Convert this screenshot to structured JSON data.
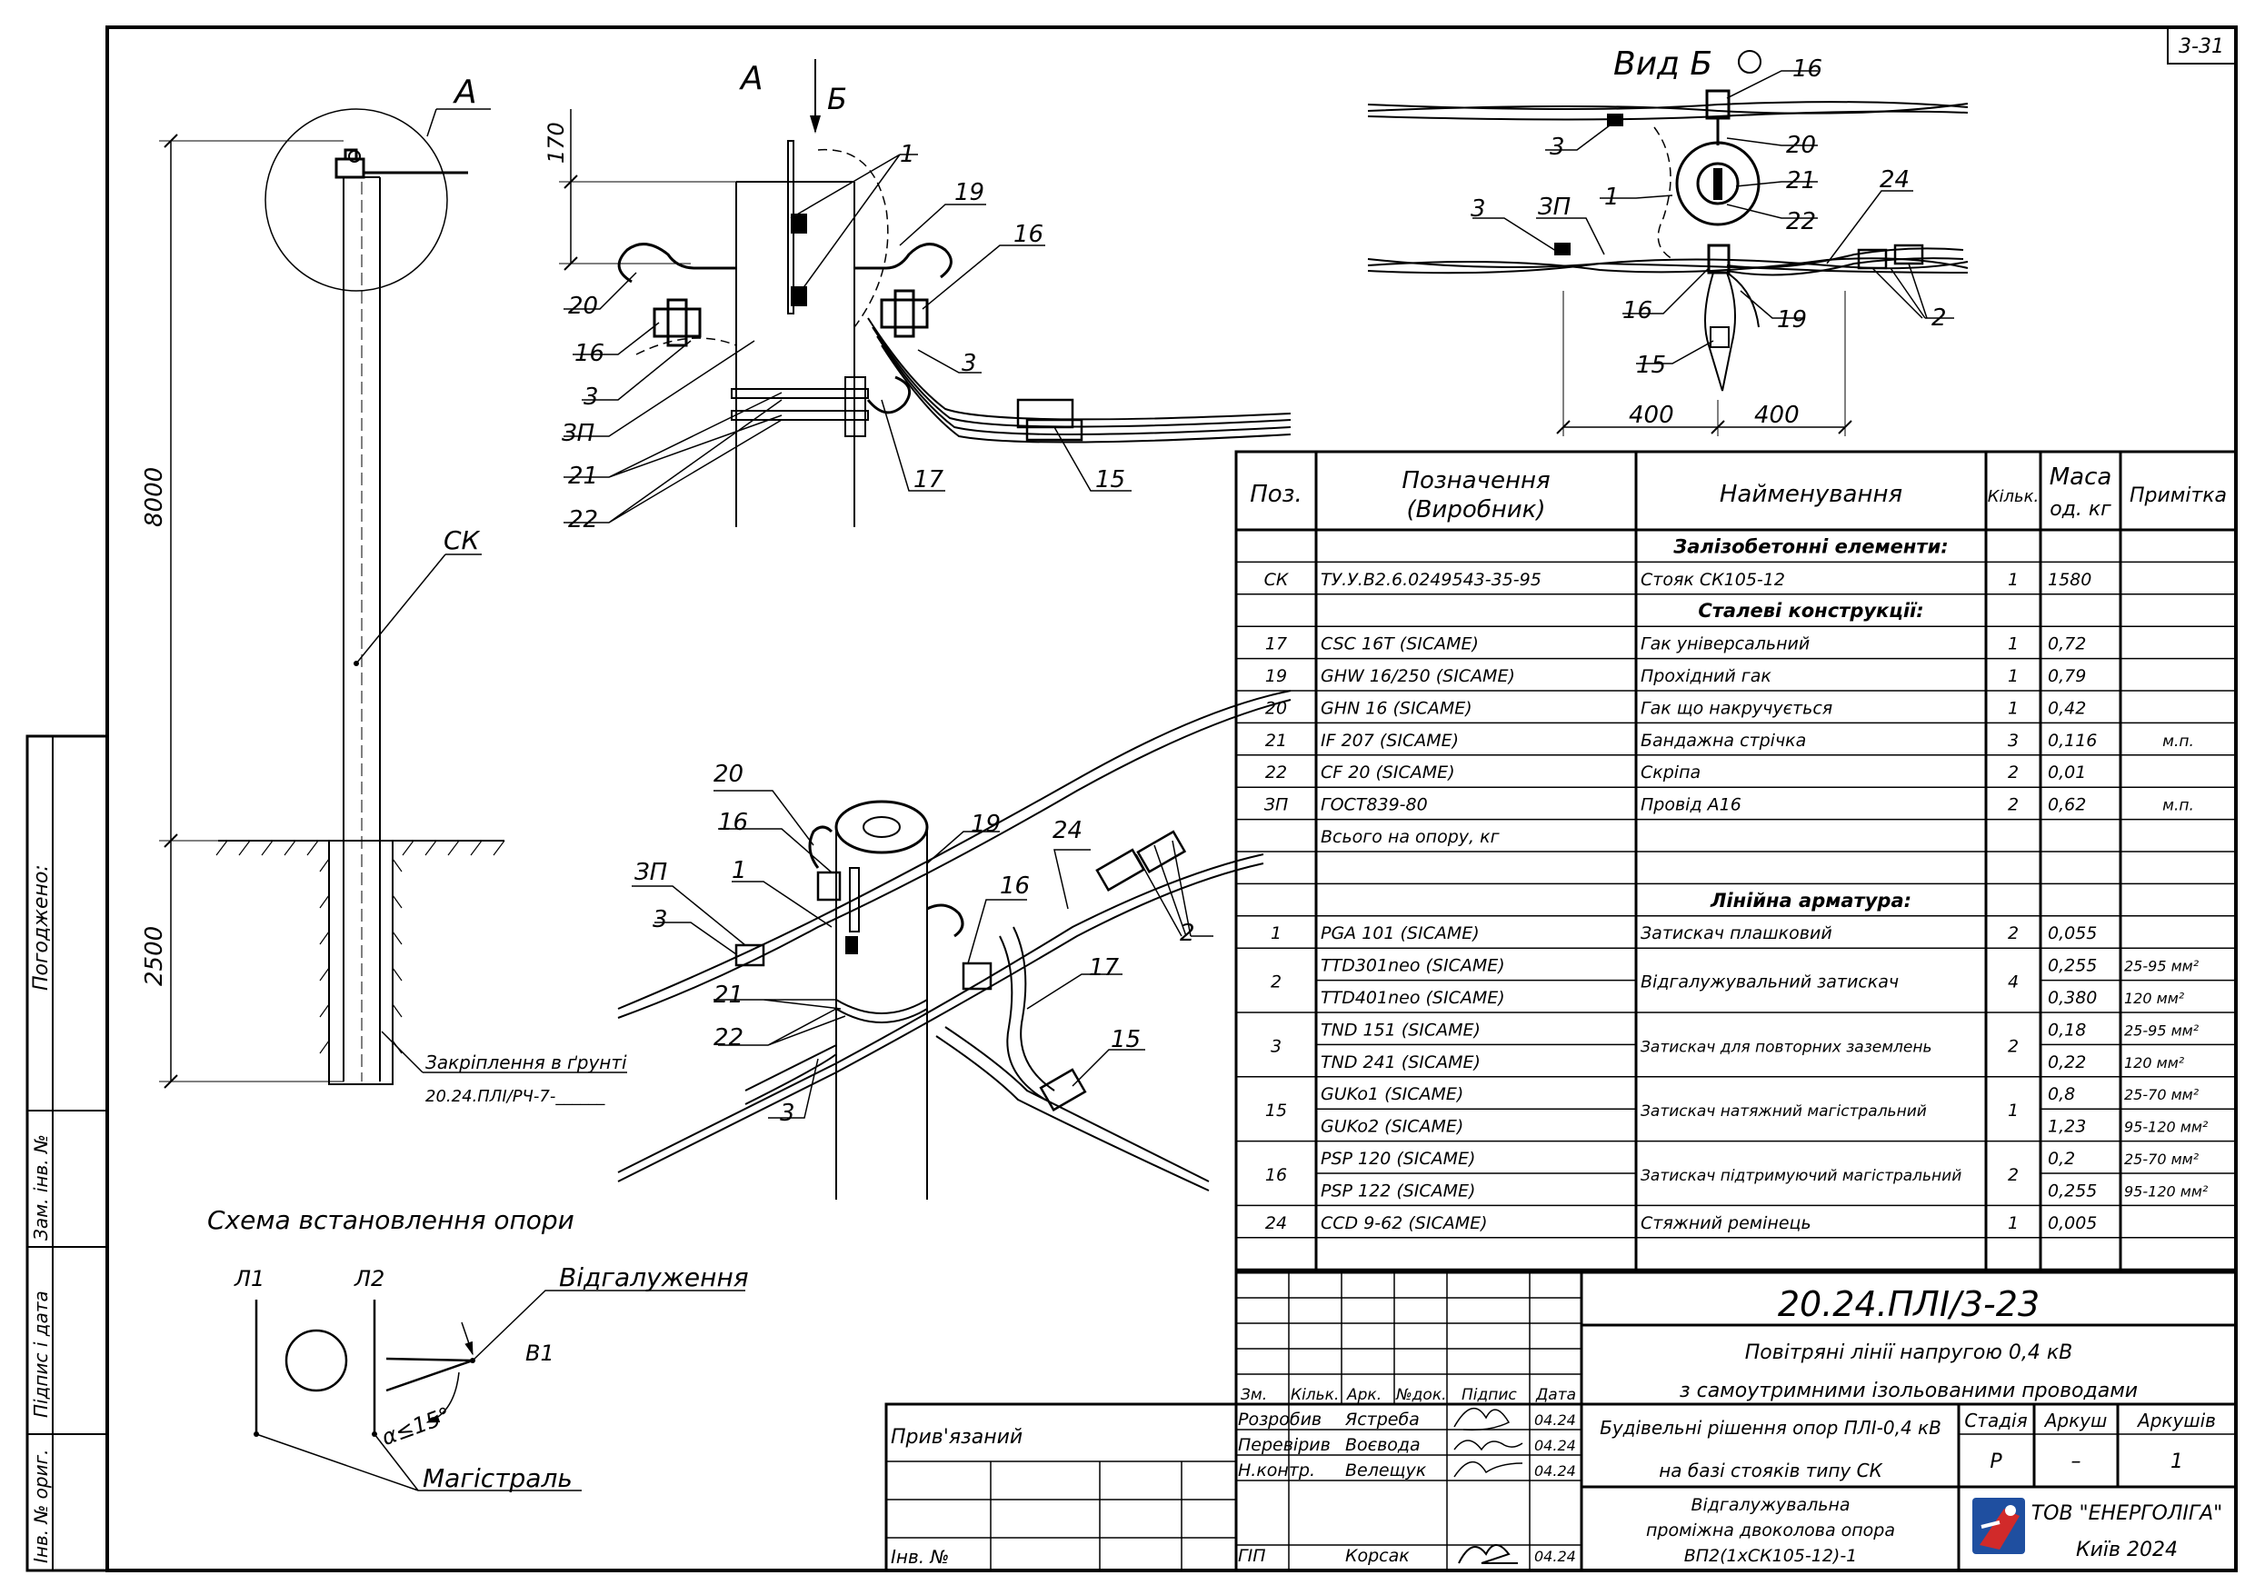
{
  "sheet": {
    "sheet_tag": "3-31",
    "side_stamp": {
      "approved": "Погоджено:",
      "replacement_inv": "Зам. інв. №",
      "sign_date": "Підпис і дата",
      "orig_inv": "Інв. № ориг."
    }
  },
  "pole_elevation": {
    "callout_a": "А",
    "pole_label": "СК",
    "height_above": "8000",
    "depth_below": "2500",
    "anchoring_label": "Закріплення в ґрунті",
    "anchoring_ref": "20.24.ПЛІ/РЧ-7-______"
  },
  "detail_a": {
    "title": "А",
    "view_arrow": "Б",
    "dim_170": "170",
    "labels": {
      "p1": "1",
      "p19": "19",
      "p16_right": "16",
      "p20": "20",
      "p16_left": "16",
      "p3_left": "3",
      "p3_right": "3",
      "p3p": "ЗП",
      "p21": "21",
      "p22": "22",
      "p17": "17",
      "p15": "15"
    }
  },
  "view_b": {
    "title": "Вид Б",
    "dim_left": "400",
    "dim_right": "400",
    "labels": {
      "p16_top": "16",
      "p20": "20",
      "p21": "21",
      "p22": "22",
      "p24": "24",
      "p3_top": "3",
      "p1": "1",
      "p3_mid": "3",
      "p3p": "ЗП",
      "p16_low": "16",
      "p19": "19",
      "p15": "15",
      "p2": "2"
    }
  },
  "iso_view": {
    "labels": {
      "p20": "20",
      "p16_left": "16",
      "p19": "19",
      "p24": "24",
      "p3p": "ЗП",
      "p1": "1",
      "p16_right": "16",
      "p2": "2",
      "p3_left": "3",
      "p17": "17",
      "p21": "21",
      "p22": "22",
      "p15": "15",
      "p3_low": "3"
    }
  },
  "scheme": {
    "title": "Схема встановлення опори",
    "l1": "Л1",
    "l2": "Л2",
    "branch": "Відгалуження",
    "b1": "В1",
    "angle": "α≤15°",
    "main_line": "Магістраль"
  },
  "spec_table": {
    "headers": {
      "pos": "Поз.",
      "designation_1": "Позначення",
      "designation_2": "(Виробник)",
      "name": "Найменування",
      "qty": "Кільк.",
      "mass_1": "Маса",
      "mass_2": "од. кг",
      "note": "Примітка"
    },
    "rows": [
      {
        "type": "section",
        "name": "Залізобетонні елементи:"
      },
      {
        "pos": "СК",
        "des": "ТУ.У.В2.6.0249543-35-95",
        "name": "Стояк СК105-12",
        "qty": "1",
        "mass": "1580",
        "note": ""
      },
      {
        "type": "section",
        "name": "Сталеві конструкції:"
      },
      {
        "pos": "17",
        "des": "CSC 16T   (SICAME)",
        "name": "Гак універсальний",
        "qty": "1",
        "mass": "0,72",
        "note": ""
      },
      {
        "pos": "19",
        "des": "GHW 16/250   (SICAME)",
        "name": "Прохідний гак",
        "qty": "1",
        "mass": "0,79",
        "note": ""
      },
      {
        "pos": "20",
        "des": "GHN 16   (SICAME)",
        "name": "Гак що накручується",
        "qty": "1",
        "mass": "0,42",
        "note": ""
      },
      {
        "pos": "21",
        "des": "IF 207   (SICAME)",
        "name": "Бандажна стрічка",
        "qty": "3",
        "mass": "0,116",
        "note": "м.п."
      },
      {
        "pos": "22",
        "des": "CF 20   (SICAME)",
        "name": "Скріпа",
        "qty": "2",
        "mass": "0,01",
        "note": ""
      },
      {
        "pos": "ЗП",
        "des": "ГОСТ839-80",
        "name": "Провід А16",
        "qty": "2",
        "mass": "0,62",
        "note": "м.п."
      },
      {
        "pos": "",
        "des": "Всього на опору, кг",
        "name": "",
        "qty": "",
        "mass": "",
        "note": ""
      },
      {
        "pos": "",
        "des": "",
        "name": "",
        "qty": "",
        "mass": "",
        "note": ""
      },
      {
        "type": "section",
        "name": "Лінійна арматура:"
      },
      {
        "pos": "1",
        "des": "PGA 101   (SICAME)",
        "name": "Затискач плашковий",
        "qty": "2",
        "mass": "0,055",
        "note": ""
      }
    ],
    "grouped_rows": [
      {
        "pos": "2",
        "name": "Відгалужувальний затискач",
        "qty": "4",
        "sub": [
          {
            "des": "TTD301neo   (SICAME)",
            "mass": "0,255",
            "note": "25-95 мм²"
          },
          {
            "des": "TTD401neo   (SICAME)",
            "mass": "0,380",
            "note": "120 мм²"
          }
        ]
      },
      {
        "pos": "3",
        "name": "Затискач для повторних заземлень",
        "qty": "2",
        "sub": [
          {
            "des": "TND 151   (SICAME)",
            "mass": "0,18",
            "note": "25-95 мм²"
          },
          {
            "des": "TND 241   (SICAME)",
            "mass": "0,22",
            "note": "120 мм²"
          }
        ]
      },
      {
        "pos": "15",
        "name": "Затискач натяжний магістральний",
        "qty": "1",
        "sub": [
          {
            "des": "GUKo1   (SICAME)",
            "mass": "0,8",
            "note": "25-70 мм²"
          },
          {
            "des": "GUKo2   (SICAME)",
            "mass": "1,23",
            "note": "95-120 мм²"
          }
        ]
      },
      {
        "pos": "16",
        "name": "Затискач підтримуючий магістральний",
        "qty": "2",
        "sub": [
          {
            "des": "PSP 120   (SICAME)",
            "mass": "0,2",
            "note": "25-70 мм²"
          },
          {
            "des": "PSP 122   (SICAME)",
            "mass": "0,255",
            "note": "95-120 мм²"
          }
        ]
      }
    ],
    "last_row": {
      "pos": "24",
      "des": "CCD 9-62   (SICAME)",
      "name": "Стяжний ремінець",
      "qty": "1",
      "mass": "0,005",
      "note": ""
    }
  },
  "title_block": {
    "doc_number": "20.24.ПЛІ/3-23",
    "project_line1": "Повітряні лінії напругою 0,4 кВ",
    "project_line2": "з самоутримними ізольованими проводами",
    "section_line1": "Будівельні рішення опор ПЛІ-0,4 кВ",
    "section_line2": "на базі стояків типу СК",
    "drawing_line1": "Відгалужувальна",
    "drawing_line2": "проміжна двоколова опора",
    "drawing_line3": "ВП2(1хСК105-12)-1",
    "stage_h": "Стадія",
    "sheet_h": "Аркуш",
    "sheets_h": "Аркушів",
    "stage": "Р",
    "sheet": "–",
    "sheets": "1",
    "company": "ТОВ \"ЕНЕРГОЛІГА\"",
    "city_year": "Київ 2024",
    "rev_headers": {
      "zm": "Зм.",
      "kilk": "Кільк.",
      "ark": "Арк.",
      "ndok": "№док.",
      "pidpys": "Підпис",
      "data": "Дата"
    },
    "people": [
      {
        "role": "Розробив",
        "name": "Ястреба",
        "date": "04.24"
      },
      {
        "role": "Перевірив",
        "name": "Воєвода",
        "date": "04.24"
      },
      {
        "role": "Н.контр.",
        "name": "Велещук",
        "date": "04.24"
      }
    ],
    "gip": {
      "role": "ГІП",
      "name": "Корсак",
      "date": "04.24"
    },
    "tied": "Прив'язаний",
    "inv": "Інв. №"
  },
  "colors": {
    "line": "#000000",
    "logo_blue": "#1f4fa0",
    "logo_red": "#d12a2a"
  }
}
